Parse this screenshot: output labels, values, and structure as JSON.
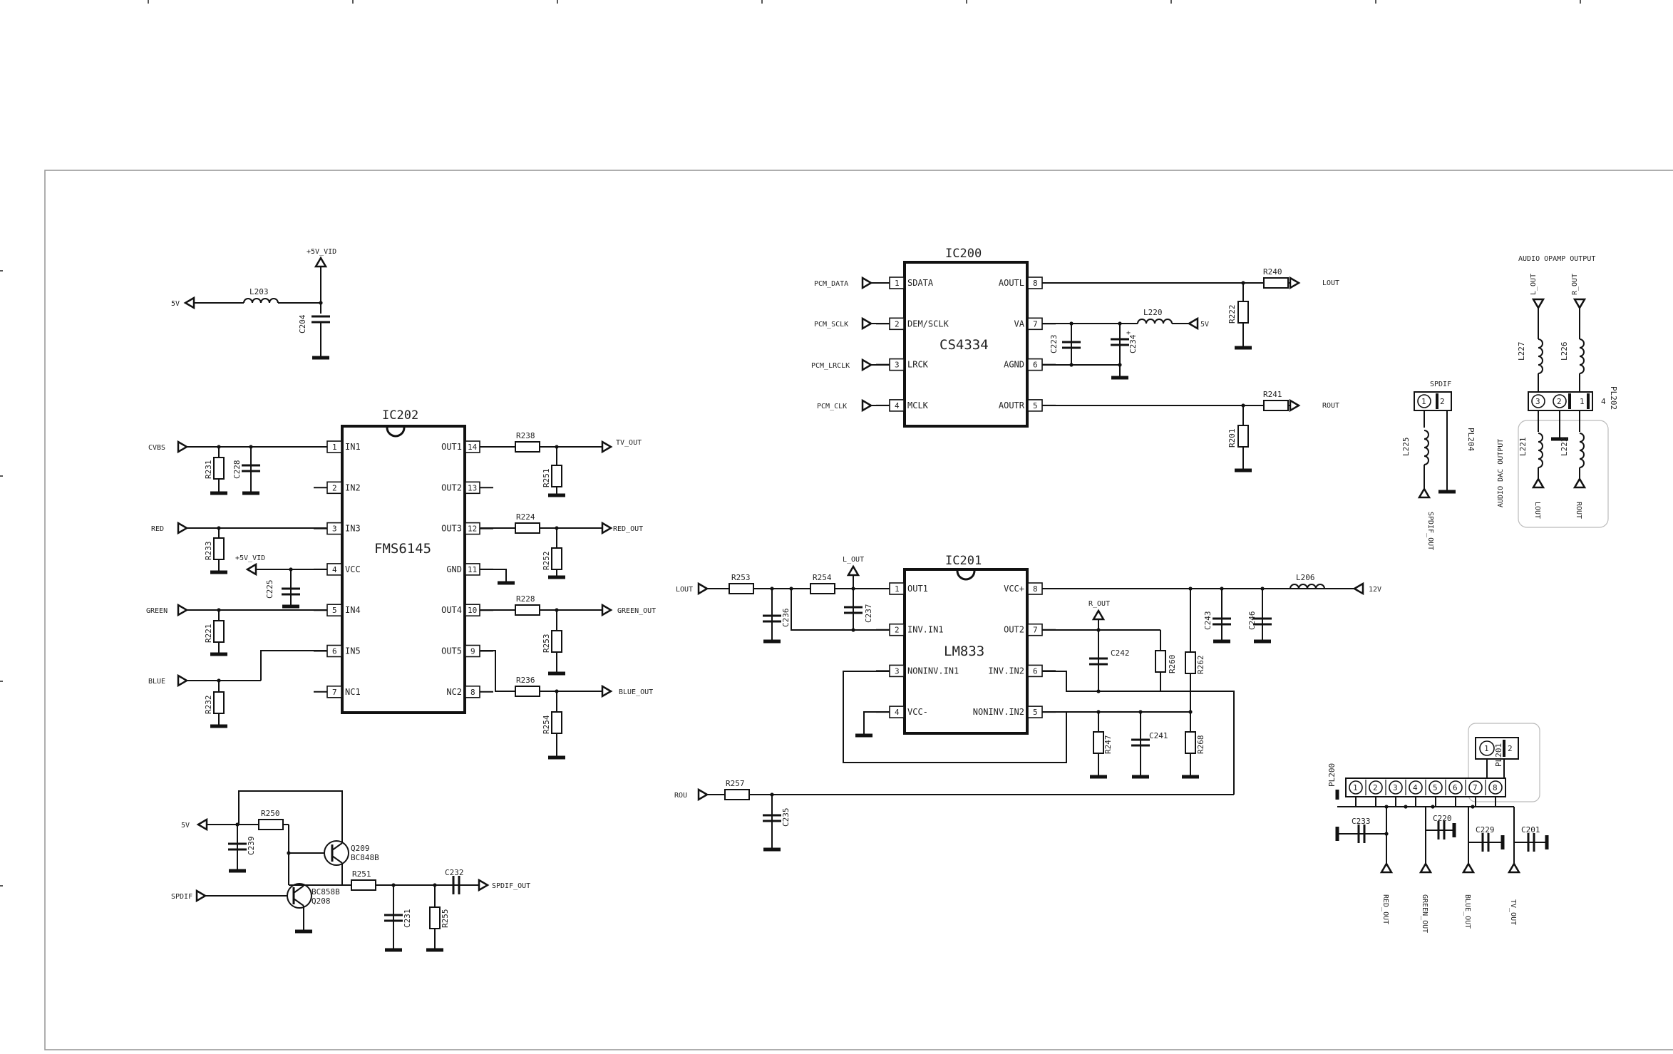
{
  "ic200": {
    "ref": "IC200",
    "part": "CS4334",
    "left_pins": [
      {
        "num": "1",
        "name": "SDATA"
      },
      {
        "num": "2",
        "name": "DEM/SCLK"
      },
      {
        "num": "3",
        "name": "LRCK"
      },
      {
        "num": "4",
        "name": "MCLK"
      }
    ],
    "right_pins": [
      {
        "num": "8",
        "name": "AOUTL"
      },
      {
        "num": "7",
        "name": "VA"
      },
      {
        "num": "6",
        "name": "AGND"
      },
      {
        "num": "5",
        "name": "AOUTR"
      }
    ]
  },
  "ic201": {
    "ref": "IC201",
    "part": "LM833",
    "left_pins": [
      {
        "num": "1",
        "name": "OUT1"
      },
      {
        "num": "2",
        "name": "INV.IN1"
      },
      {
        "num": "3",
        "name": "NONINV.IN1"
      },
      {
        "num": "4",
        "name": "VCC-"
      }
    ],
    "right_pins": [
      {
        "num": "8",
        "name": "VCC+"
      },
      {
        "num": "7",
        "name": "OUT2"
      },
      {
        "num": "6",
        "name": "INV.IN2"
      },
      {
        "num": "5",
        "name": "NONINV.IN2"
      }
    ]
  },
  "ic202": {
    "ref": "IC202",
    "part": "FMS6145",
    "left_pins": [
      {
        "num": "1",
        "name": "IN1"
      },
      {
        "num": "2",
        "name": "IN2"
      },
      {
        "num": "3",
        "name": "IN3"
      },
      {
        "num": "4",
        "name": "VCC"
      },
      {
        "num": "5",
        "name": "IN4"
      },
      {
        "num": "6",
        "name": "IN5"
      },
      {
        "num": "7",
        "name": "NC1"
      }
    ],
    "right_pins": [
      {
        "num": "14",
        "name": "OUT1"
      },
      {
        "num": "13",
        "name": "OUT2"
      },
      {
        "num": "12",
        "name": "OUT3"
      },
      {
        "num": "11",
        "name": "GND"
      },
      {
        "num": "10",
        "name": "OUT4"
      },
      {
        "num": "9",
        "name": "OUT5"
      },
      {
        "num": "8",
        "name": "NC2"
      }
    ]
  },
  "nets": {
    "v5_vid": "+5V_VID",
    "v5": "5V",
    "cvbs": "CVBS",
    "red": "RED",
    "green": "GREEN",
    "blue": "BLUE",
    "v5_vid2": "+5V_VID",
    "tv_out": "TV_OUT",
    "red_out": "RED_OUT",
    "green_out": "GREEN_OUT",
    "blue_out": "BLUE_OUT",
    "pcm_data": "PCM_DATA",
    "pcm_sclk": "PCM_SCLK",
    "pcm_lrclk": "PCM_LRCLK",
    "pcm_clk": "PCM_CLK",
    "lout": "LOUT",
    "rout": "ROUT",
    "v5b": "5V",
    "lin": "LOUT",
    "l_out": "L_OUT",
    "r_out": "R_OUT",
    "v12": "12V",
    "rou": "ROU",
    "v5c": "5V",
    "spdif": "SPDIF",
    "spdif_out": "SPDIF_OUT",
    "audio_opamp": "AUDIO OPAMP OUTPUT",
    "audio_dac": "AUDIO DAC OUTPUT",
    "l_out2": "L_OUT",
    "r_out2": "R_OUT",
    "l_dac": "LOUT",
    "r_dac": "ROUT",
    "spdif_in": "SPDIF",
    "spdif_out2": "SPDIF_OUT",
    "red_out2": "RED_OUT",
    "green_out2": "GREEN_OUT",
    "blue_out2": "BLUE_OUT",
    "tv_out2": "TV_OUT"
  },
  "refs": {
    "l203": "L203",
    "c204": "C204",
    "r231": "R231",
    "c228": "C228",
    "r233": "R233",
    "r221": "R221",
    "r232": "R232",
    "c225": "C225",
    "r238": "R238",
    "r224": "R224",
    "r228": "R228",
    "r236": "R236",
    "r251b": "R251",
    "r252": "R252",
    "r253b": "R253",
    "r254b": "R254",
    "r240": "R240",
    "r241": "R241",
    "r222": "R222",
    "r201": "R201",
    "l220": "L220",
    "c223": "C223",
    "c234": "C234",
    "r253": "R253",
    "r254": "R254",
    "c236": "C236",
    "c237": "C237",
    "l206": "L206",
    "c243": "C243",
    "c246": "C246",
    "c242": "C242",
    "r260": "R260",
    "r262": "R262",
    "r247": "R247",
    "c241": "C241",
    "r268": "R268",
    "r257": "R257",
    "c235": "C235",
    "r250": "R250",
    "c239": "C239",
    "q209": "Q209",
    "q209p": "BC848B",
    "q208": "Q208",
    "q208p": "BC858B",
    "r251": "R251",
    "c231": "C231",
    "r255": "R255",
    "c232": "C232",
    "pl204": "PL204",
    "l225": "L225",
    "pl202": "PL202",
    "l227": "L227",
    "l226": "L226",
    "l221": "L221",
    "l222": "L222",
    "pl200": "PL200",
    "pl201": "PL201",
    "c233": "C233",
    "c220": "C220",
    "c229": "C229",
    "c201": "C201"
  },
  "connectors": {
    "pl200_pins": [
      "1",
      "2",
      "3",
      "4",
      "5",
      "6",
      "7",
      "8"
    ],
    "pl201_pins": [
      "1",
      "2"
    ],
    "pl202_pins": [
      "1",
      "2",
      "3",
      "4"
    ],
    "pl204_pins": [
      "1",
      "2"
    ]
  }
}
